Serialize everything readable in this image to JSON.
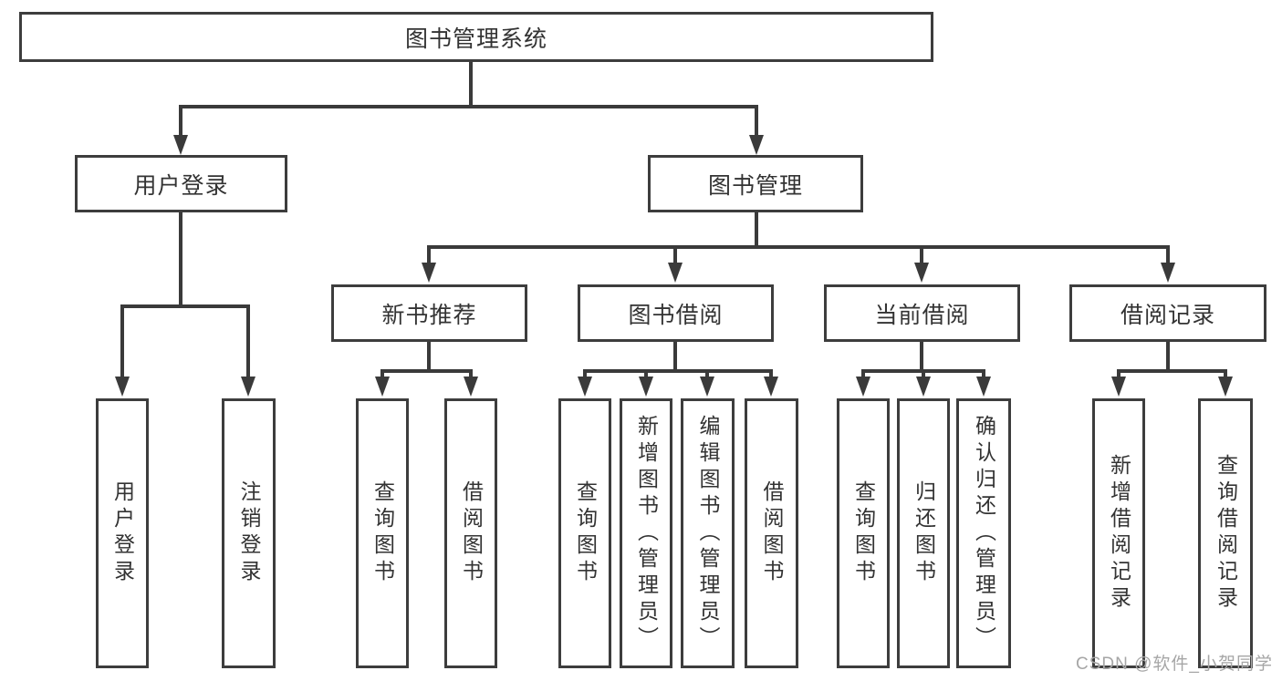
{
  "colors": {
    "line": "#3a3a3a",
    "box_border": "#3d3d3d",
    "text": "#333333",
    "watermark": "#a6a6a6",
    "background": "#ffffff"
  },
  "chart_data": {
    "type": "table",
    "title": "图书管理系统",
    "note": "hierarchy diagram"
  },
  "tree": {
    "label": "图书管理系统",
    "children": [
      {
        "label": "用户登录",
        "children": [
          {
            "label": "用户登录"
          },
          {
            "label": "注销登录"
          }
        ]
      },
      {
        "label": "图书管理",
        "children": [
          {
            "label": "新书推荐",
            "children": [
              {
                "label": "查询图书"
              },
              {
                "label": "借阅图书"
              }
            ]
          },
          {
            "label": "图书借阅",
            "children": [
              {
                "label": "查询图书"
              },
              {
                "label": "新增图书（管理员）"
              },
              {
                "label": "编辑图书（管理员）"
              },
              {
                "label": "借阅图书"
              }
            ]
          },
          {
            "label": "当前借阅",
            "children": [
              {
                "label": "查询图书"
              },
              {
                "label": "归还图书"
              },
              {
                "label": "确认归还（管理员）"
              }
            ]
          },
          {
            "label": "借阅记录",
            "children": [
              {
                "label": "新增借阅记录"
              },
              {
                "label": "查询借阅记录"
              }
            ]
          }
        ]
      }
    ]
  },
  "watermark": {
    "text": "CSDN @软件_小贺同学"
  }
}
